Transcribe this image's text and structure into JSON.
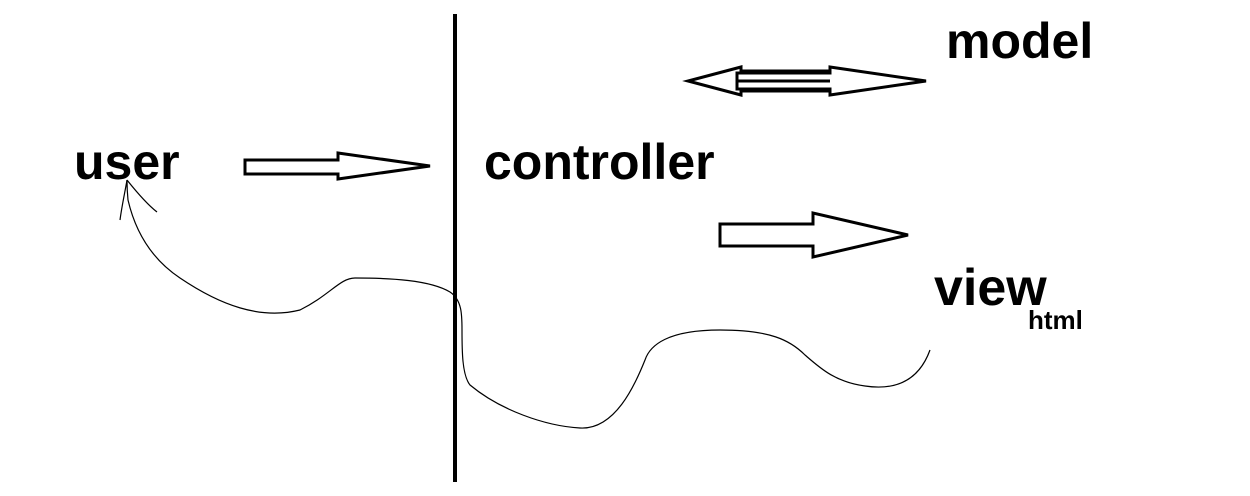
{
  "diagram": {
    "nodes": {
      "user": "user",
      "controller": "controller",
      "model": "model",
      "view": "view",
      "view_subscript": "html"
    },
    "edges": [
      {
        "from": "user",
        "to": "controller",
        "style": "hollow-arrow"
      },
      {
        "from": "controller",
        "to": "model",
        "style": "hollow-double-arrow"
      },
      {
        "from": "controller",
        "to": "view",
        "style": "hollow-arrow"
      },
      {
        "from": "view",
        "to": "user",
        "style": "freehand-curve"
      }
    ]
  },
  "colors": {
    "ink": "#000000",
    "background": "#ffffff"
  }
}
